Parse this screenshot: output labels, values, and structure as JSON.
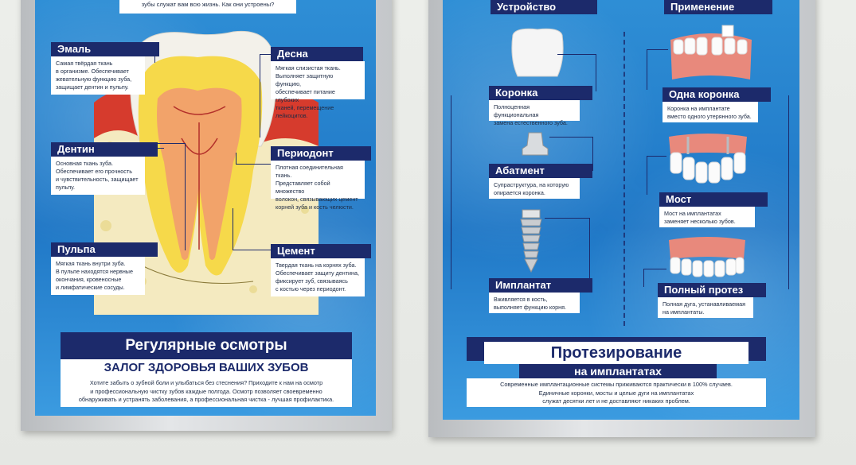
{
  "left_poster": {
    "top_text": "зубы служат вам всю жизнь. Как они устроены?",
    "labels": [
      {
        "title": "Эмаль",
        "lines": [
          "Самая твёрдая ткань",
          "в организме. Обеспечивает",
          "жевательную функцию зуба,",
          "защищает дентин и пульпу."
        ]
      },
      {
        "title": "Десна",
        "lines": [
          "Мягкая слизистая ткань.",
          "Выполняет защитную функцию,",
          "обеспечивает питание глубоких",
          "тканей, перемещение лейкоцитов."
        ]
      },
      {
        "title": "Дентин",
        "lines": [
          "Основная ткань зуба.",
          "Обеспечивает его прочность",
          "и чувствительность, защищает",
          "пульпу."
        ]
      },
      {
        "title": "Периодонт",
        "lines": [
          "Плотная соединительная ткань.",
          "Представляет собой множество",
          "волокон, связывающих цемент",
          "корней зуба и кость челюсти."
        ]
      },
      {
        "title": "Пульпа",
        "lines": [
          "Мягкая ткань внутри зуба.",
          "В пульпе находятся нервные",
          "окончания, кровеносные",
          "и лимфатические сосуды."
        ]
      },
      {
        "title": "Цемент",
        "lines": [
          "Твердая ткань на корнях зуба.",
          "Обеспечивает защиту дентина,",
          "фиксирует зуб, связываясь",
          "с костью через периодонт."
        ]
      }
    ],
    "banner_title": "Регулярные осмотры",
    "banner_subtitle": "ЗАЛОГ ЗДОРОВЬЯ ВАШИХ ЗУБОВ",
    "body_lines": [
      "Хотите забыть о зубной боли и улыбаться без стеснения? Приходите к нам на осмотр",
      "и профессиональную чистку зубов каждые полгода. Осмотр позволяет своевременно",
      "обнаруживать и устранять заболевания, а профессиональная чистка - лучшая профилактика."
    ]
  },
  "right_poster": {
    "header_left": "Устройство",
    "header_right": "Применение",
    "parts": [
      {
        "title": "Коронка",
        "lines": [
          "Полноценная функциональная",
          "замена естественного зуба."
        ]
      },
      {
        "title": "Абатмент",
        "lines": [
          "Супраструктура, на которую",
          "опирается коронка."
        ]
      },
      {
        "title": "Имплантат",
        "lines": [
          "Вживляется в кость,",
          "выполняет функцию корня."
        ]
      }
    ],
    "uses": [
      {
        "title": "Одна коронка",
        "lines": [
          "Коронка на имплантате",
          "вместо одного утерянного зуба."
        ]
      },
      {
        "title": "Мост",
        "lines": [
          "Мост на имплантатах",
          "заменяет несколько зубов."
        ]
      },
      {
        "title": "Полный протез",
        "lines": [
          "Полная дуга, устанавливаемая",
          "на имплантаты."
        ]
      }
    ],
    "banner_title": "Протезирование",
    "banner_subtitle": "на имплантатах",
    "body_lines": [
      "Современные имплантационные системы приживаются практически в 100% случаев.",
      "Единичные коронки, мосты и целые дуги на имплантатах",
      "служат десятки лет и не доставляют никаких проблем."
    ]
  },
  "colors": {
    "navy": "#1c2a6b",
    "poster_blue": "#2a86d0",
    "gum_red": "#d63b2d",
    "enamel": "#f3f1ea",
    "dentin_yellow": "#f6d94a"
  }
}
